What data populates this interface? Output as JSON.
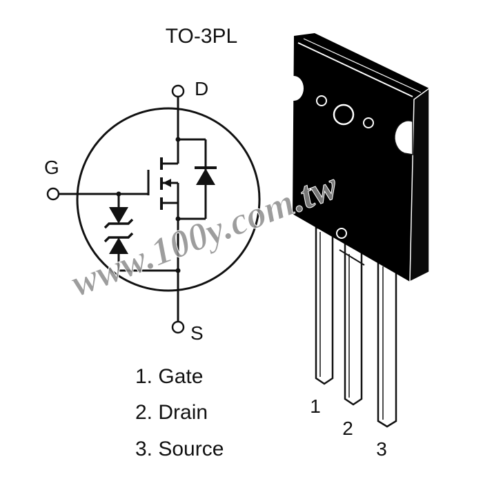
{
  "package": {
    "name": "TO-3PL"
  },
  "symbol": {
    "drain_label": "D",
    "gate_label": "G",
    "source_label": "S"
  },
  "pin_list": [
    {
      "text": "1. Gate"
    },
    {
      "text": "2. Drain"
    },
    {
      "text": "3. Source"
    }
  ],
  "lead_numbers": [
    "1",
    "2",
    "3"
  ],
  "watermark": "www.100y.com.tw",
  "colors": {
    "ink": "#111111",
    "package_body": "#000000",
    "background": "#ffffff",
    "watermark": "#8c8c8c"
  }
}
